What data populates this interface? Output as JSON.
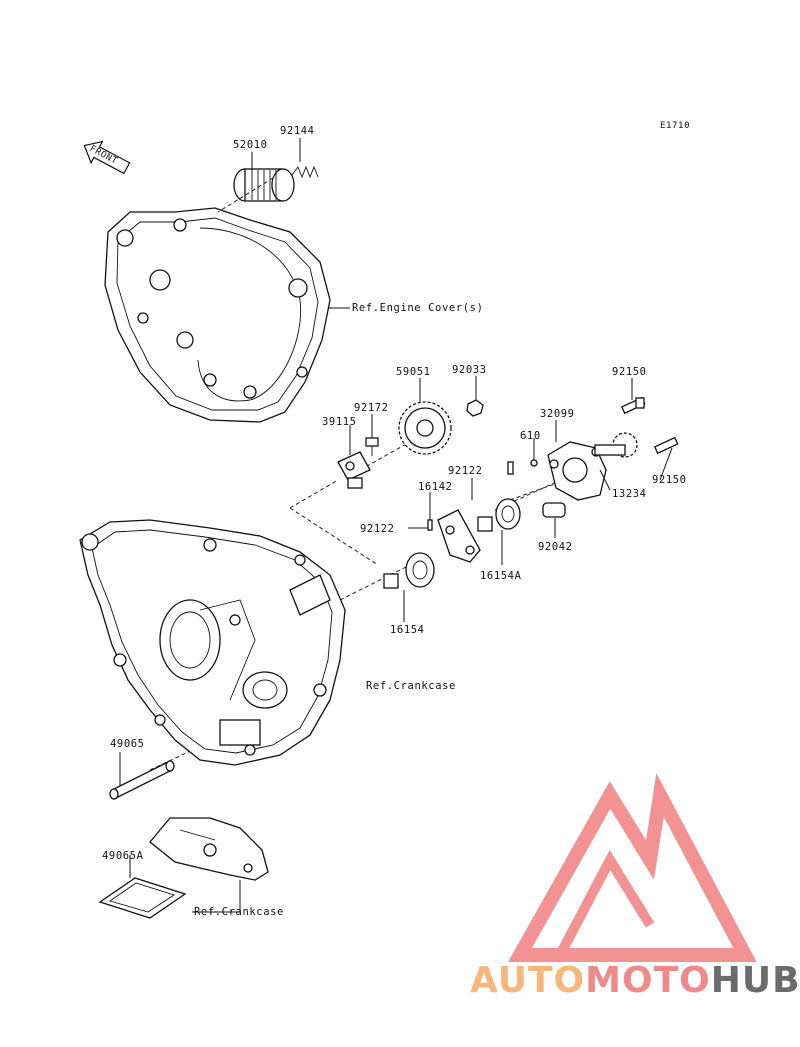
{
  "diagram_code": "E1710",
  "direction_label": "FRONT",
  "parts": {
    "p52010": "52010",
    "p92144": "92144",
    "p59051": "59051",
    "p92033": "92033",
    "p92172": "92172",
    "p39115": "39115",
    "p92150_top": "92150",
    "p32099": "32099",
    "p610": "610",
    "p92122_a": "92122",
    "p16142": "16142",
    "p92150_right": "92150",
    "p13234": "13234",
    "p92122_b": "92122",
    "p92042": "92042",
    "p16154A": "16154A",
    "p16154": "16154",
    "p49065": "49065",
    "p49065A": "49065A"
  },
  "references": {
    "engine_cover": "Ref.Engine Cover(s)",
    "crankcase_main": "Ref.Crankcase",
    "crankcase_lower": "Ref.Crankcase"
  },
  "watermark": {
    "part1": "AUTO",
    "part2": "MOTO",
    "part3": "HUB",
    "color1": "#f5b87a",
    "color2": "#f08a8a",
    "color3": "#6b6b6b",
    "logo_color": "#f08080"
  }
}
